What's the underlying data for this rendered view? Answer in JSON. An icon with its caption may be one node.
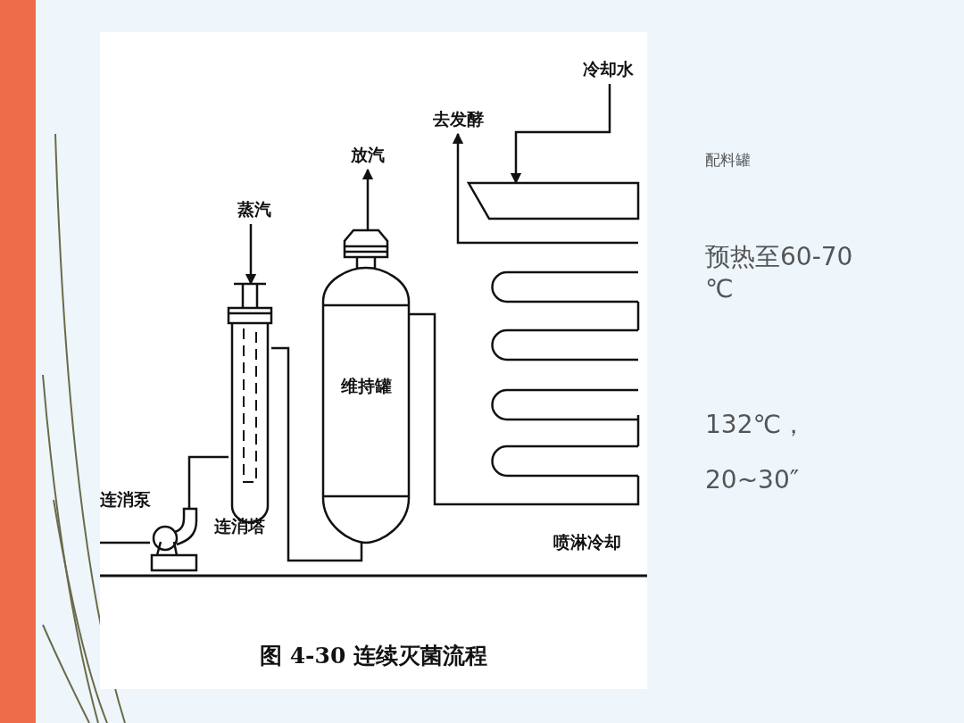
{
  "diagram": {
    "caption": "图 4-30 连续灭菌流程",
    "nodes": [
      {
        "text": [
          "蒸汽"
        ]
      },
      {
        "text": [],
        "shape": "cylinder",
        "beside": [
          "连消塔"
        ]
      },
      {
        "text": [],
        "shape": "pump",
        "beside": [
          "连消泵"
        ]
      },
      {
        "text": [
          "维持罐"
        ]
      },
      {
        "text": [
          "放汽"
        ]
      },
      {
        "text": [
          "去发酵"
        ]
      },
      {
        "text": [
          "冷却水"
        ]
      },
      {
        "text": [],
        "shape": "box",
        "beside": [
          "喷淋冷却"
        ]
      }
    ],
    "edges": [
      {
        "from": 0,
        "to": 1,
        "arrow": "to"
      },
      {
        "from": 2,
        "to": 1,
        "arrow": "none"
      },
      {
        "from": 1,
        "to": 3,
        "arrow": "none"
      },
      {
        "from": 3,
        "to": 4,
        "arrow": "to"
      },
      {
        "from": 3,
        "to": 7,
        "arrow": "none"
      },
      {
        "from": 7,
        "to": 5,
        "arrow": "to"
      },
      {
        "from": 6,
        "to": 7,
        "arrow": "to"
      },
      {
        "from": null,
        "to": 2,
        "arrow": "none"
      }
    ],
    "labels": [
      "配料罐",
      "预热至60-70 ℃",
      "132℃，",
      "20~30″"
    ]
  }
}
